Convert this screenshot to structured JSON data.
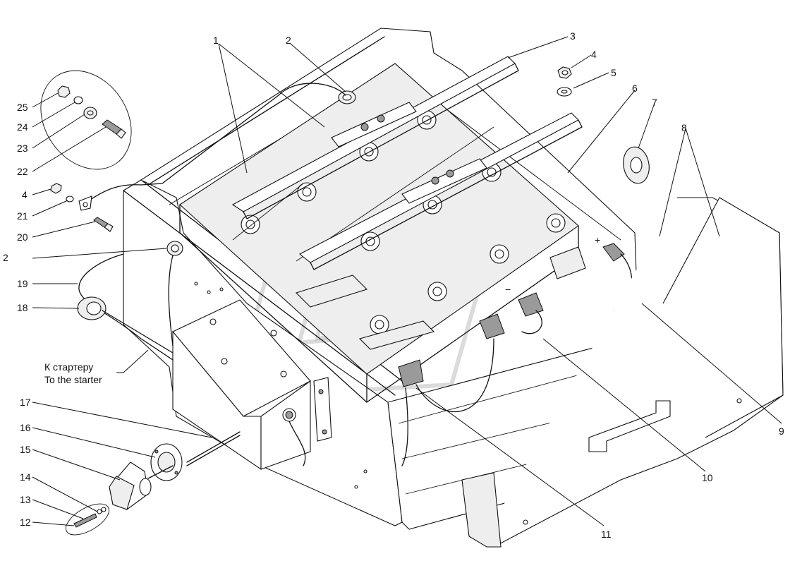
{
  "figure": {
    "callouts": [
      {
        "id": "c1",
        "label": "1"
      },
      {
        "id": "c2a",
        "label": "2"
      },
      {
        "id": "c2b",
        "label": "2"
      },
      {
        "id": "c3",
        "label": "3"
      },
      {
        "id": "c4a",
        "label": "4"
      },
      {
        "id": "c4b",
        "label": "4"
      },
      {
        "id": "c5",
        "label": "5"
      },
      {
        "id": "c6",
        "label": "6"
      },
      {
        "id": "c7",
        "label": "7"
      },
      {
        "id": "c8",
        "label": "8"
      },
      {
        "id": "c9",
        "label": "9"
      },
      {
        "id": "c10",
        "label": "10"
      },
      {
        "id": "c11",
        "label": "11"
      },
      {
        "id": "c12",
        "label": "12"
      },
      {
        "id": "c13",
        "label": "13"
      },
      {
        "id": "c14",
        "label": "14"
      },
      {
        "id": "c15",
        "label": "15"
      },
      {
        "id": "c16",
        "label": "16"
      },
      {
        "id": "c17",
        "label": "17"
      },
      {
        "id": "c18",
        "label": "18"
      },
      {
        "id": "c19",
        "label": "19"
      },
      {
        "id": "c20",
        "label": "20"
      },
      {
        "id": "c21",
        "label": "21"
      },
      {
        "id": "c22",
        "label": "22"
      },
      {
        "id": "c23",
        "label": "23"
      },
      {
        "id": "c24",
        "label": "24"
      },
      {
        "id": "c25",
        "label": "25"
      }
    ],
    "note_ru": "К стартеру",
    "note_en": "To the starter",
    "plus_sign": "+",
    "minus_sign": "−"
  }
}
